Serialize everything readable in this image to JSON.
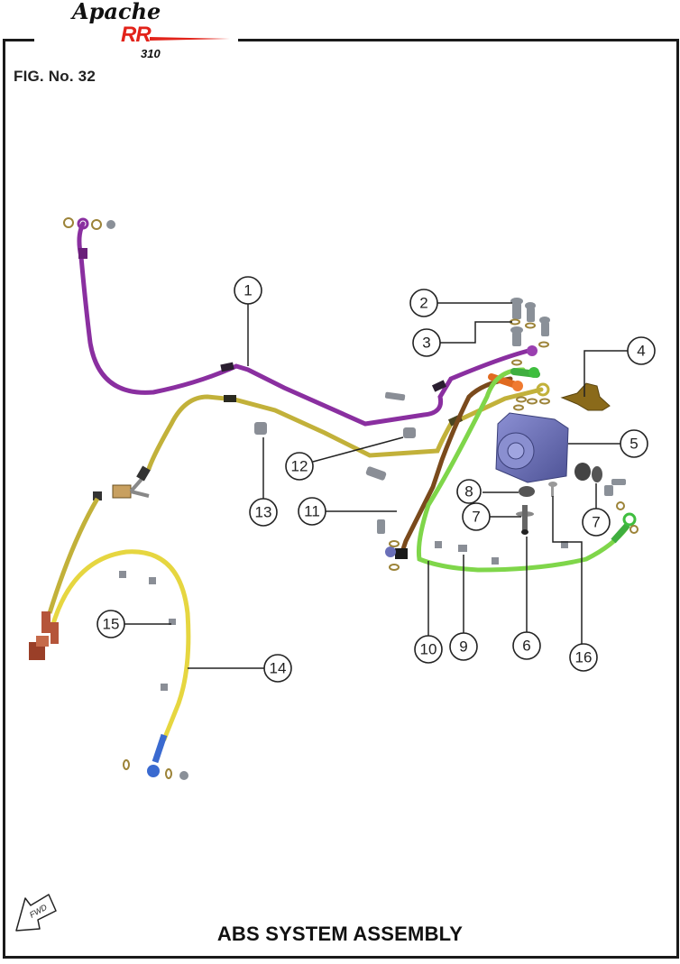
{
  "brand": {
    "logo_word": "Apache",
    "logo_mark": "RR",
    "logo_model": "310",
    "accent_color": "#e2231a"
  },
  "figure": {
    "number_label": "FIG. No. 32",
    "title": "ABS SYSTEM ASSEMBLY",
    "direction_label": "FWD"
  },
  "callouts": [
    {
      "id": "1",
      "part": "brake-hose-front-purple"
    },
    {
      "id": "2",
      "part": "banjo-bolt"
    },
    {
      "id": "3",
      "part": "sealing-washer"
    },
    {
      "id": "4",
      "part": "abs-bracket"
    },
    {
      "id": "5",
      "part": "abs-modulator-unit"
    },
    {
      "id": "6",
      "part": "bolt"
    },
    {
      "id": "7",
      "part": "collar"
    },
    {
      "id": "7",
      "part": "rubber-grommet"
    },
    {
      "id": "8",
      "part": "rubber-mount"
    },
    {
      "id": "9",
      "part": "clip"
    },
    {
      "id": "10",
      "part": "brake-hose-rear-green"
    },
    {
      "id": "11",
      "part": "brake-hose-brown"
    },
    {
      "id": "12",
      "part": "hose-clamp"
    },
    {
      "id": "13",
      "part": "hose-clamp"
    },
    {
      "id": "14",
      "part": "brake-hose-yellow"
    },
    {
      "id": "15",
      "part": "hose-clip"
    },
    {
      "id": "16",
      "part": "rivet"
    }
  ],
  "colors": {
    "hose_purple": "#8a2fa0",
    "hose_olive": "#c2b13a",
    "hose_yellow": "#e6d640",
    "hose_brown": "#7a4a1c",
    "hose_green": "#7fd64a",
    "abs_unit": "#6a6fb8",
    "copper": "#b5553a",
    "brass_washer": "#9c8338"
  }
}
